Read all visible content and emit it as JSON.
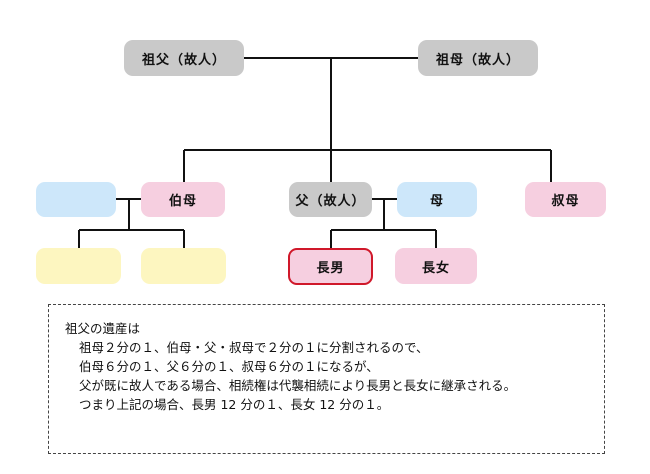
{
  "family": {
    "grandfather": "祖父（故人）",
    "grandmother": "祖母（故人）",
    "aunt": "伯母",
    "father": "父（故人）",
    "mother": "母",
    "uncle_wife": "叔母",
    "eldest_son": "長男",
    "eldest_daughter": "長女"
  },
  "note": {
    "heading": "祖父の遺産は",
    "lines": [
      "祖母２分の１、伯母・父・叔母で２分の１に分割されるので、",
      "伯母６分の１、父６分の１、叔母６分の１になるが、",
      "父が既に故人である場合、相続権は代襲相続により長男と長女に継承される。",
      "つまり上記の場合、長男 12 分の１、長女 12 分の１。"
    ]
  },
  "colors": {
    "line": "#111111",
    "gray_node": "#c9c9c9",
    "blue_node": "#cde7fa",
    "pink_node": "#f6cfe0",
    "yellow_node": "#fdf6c0",
    "highlight_border": "#d0182a"
  }
}
